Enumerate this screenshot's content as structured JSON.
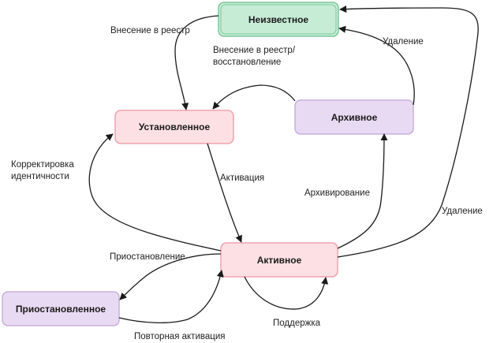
{
  "nodes": {
    "unknown": {
      "label": "Неизвестное",
      "fill": "#c6ecd6",
      "stroke": "#7cc79a"
    },
    "established": {
      "label": "Установленное",
      "fill": "#fde0e4",
      "stroke": "#f0a3ae"
    },
    "archived": {
      "label": "Архивное",
      "fill": "#e8daf2",
      "stroke": "#c8b0dc"
    },
    "active": {
      "label": "Активное",
      "fill": "#fde0e4",
      "stroke": "#f0a3ae"
    },
    "suspended": {
      "label": "Приостановленное",
      "fill": "#e8daf2",
      "stroke": "#c8b0dc"
    }
  },
  "edges": {
    "registration": "Внесение в реестр",
    "registration_restore_1": "Внесение в реестр/",
    "registration_restore_2": "восстановление",
    "deletion_archived": "Удаление",
    "identity_correction_1": "Корректировка",
    "identity_correction_2": "идентичности",
    "activation": "Активация",
    "archiving": "Архивирование",
    "deletion_active": "Удаление",
    "suspension": "Приостановление",
    "reactivation": "Повторная активация",
    "maintenance": "Поддержка"
  }
}
